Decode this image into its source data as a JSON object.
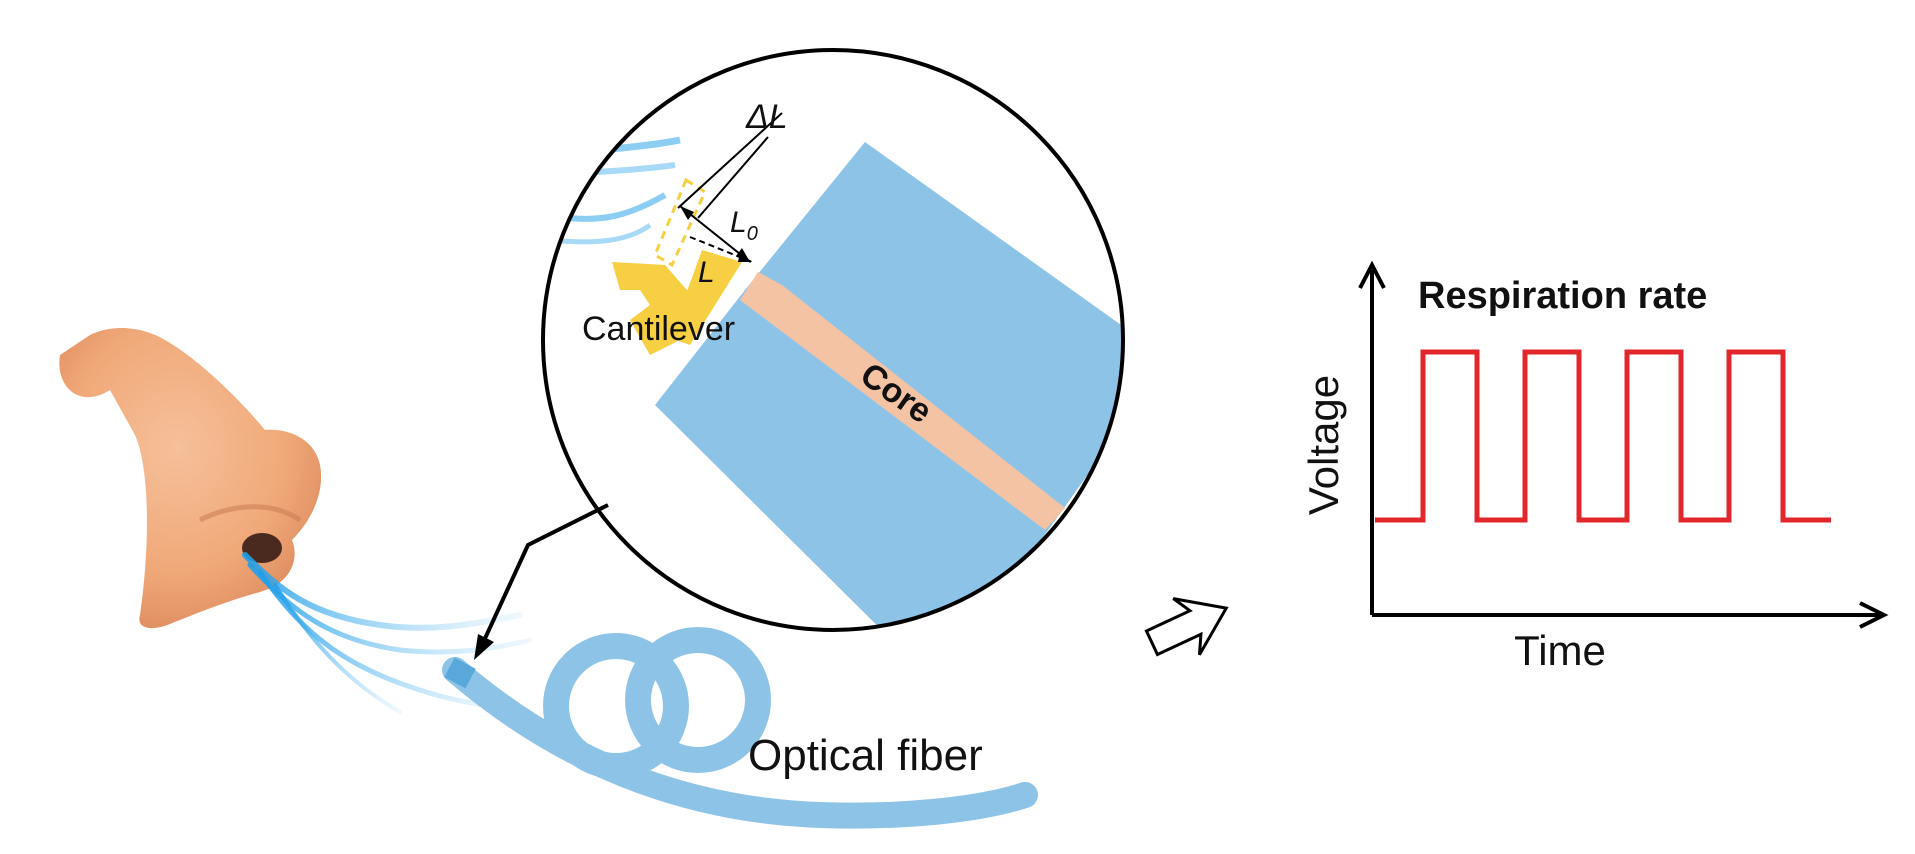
{
  "labels": {
    "delta_l": "ΔL",
    "l0_main": "L",
    "l0_sub": "0",
    "l": "L",
    "cantilever": "Cantilever",
    "core": "Core",
    "optical_fiber": "Optical fiber"
  },
  "chart_data": {
    "type": "line",
    "title": "Respiration rate",
    "xlabel": "Time",
    "ylabel": "Voltage",
    "series": [
      {
        "values": [
          "low",
          "high",
          "low",
          "high",
          "low",
          "high",
          "low",
          "high",
          "low"
        ]
      }
    ],
    "grid": false
  },
  "colors": {
    "fiber": "#8ec3e8",
    "core": "#f4c3a4",
    "cantilever": "#f6cf43",
    "nose": "#f0a878",
    "signal": "#e1262c",
    "axis": "#000000"
  }
}
